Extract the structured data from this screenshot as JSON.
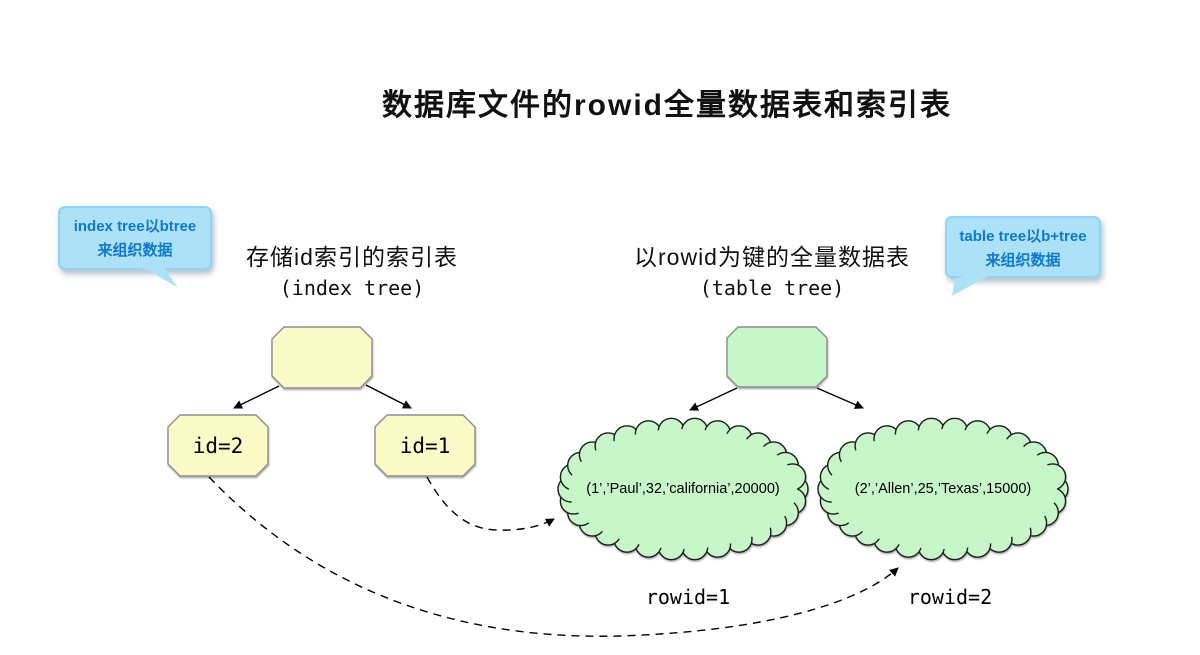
{
  "title": "数据库文件的rowid全量数据表和索引表",
  "callouts": {
    "index": {
      "line1": "index tree以btree",
      "line2": "来组织数据"
    },
    "table": {
      "line1": "table tree以b+tree",
      "line2": "来组织数据"
    }
  },
  "headings": {
    "index": {
      "title": "存储id索引的索引表",
      "subtitle": "(index tree)"
    },
    "table": {
      "title": "以rowid为键的全量数据表",
      "subtitle": "(table tree)"
    }
  },
  "index_tree": {
    "nodes": [
      {
        "label": "id=2"
      },
      {
        "label": "id=1"
      }
    ]
  },
  "table_tree": {
    "rows": [
      {
        "record": "(1’,’Paul’,32,’california’,20000)",
        "rowid": "rowid=1"
      },
      {
        "record": "(2’,’Allen’,25,’Texas’,15000)",
        "rowid": "rowid=2"
      }
    ]
  },
  "colors": {
    "index_node_fill": "#FBFBC8",
    "table_node_fill": "#C7F6C8",
    "node_border": "#8C8C8C",
    "cloud_border": "#1A1A1A",
    "callout_fill": "#ACE1F8",
    "callout_border": "#8FD3F6",
    "callout_text": "#1079C8",
    "arrow_color": "#000000"
  }
}
